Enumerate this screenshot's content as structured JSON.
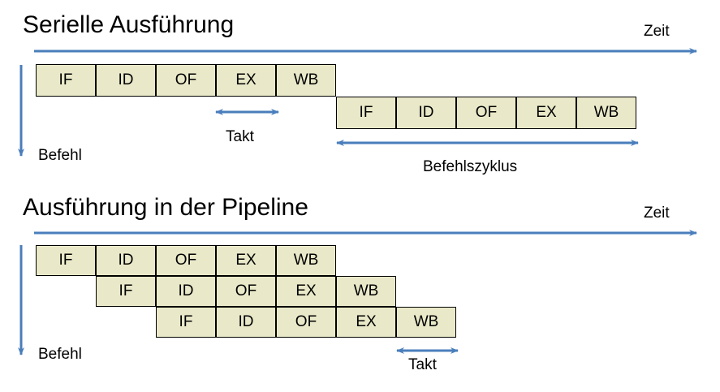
{
  "meta": {
    "accent_color": "#4a7ebb",
    "box_fill": "#e9e9c9",
    "box_stroke": "#000000",
    "text_color": "#000000"
  },
  "serial": {
    "title": "Serielle Ausführung",
    "time_axis_label": "Zeit",
    "instruction_axis_label": "Befehl",
    "clock_label": "Takt",
    "cycle_label": "Befehlszyklus",
    "rows": [
      {
        "start_index": 0,
        "stages": [
          "IF",
          "ID",
          "OF",
          "EX",
          "WB"
        ]
      },
      {
        "start_index": 5,
        "stages": [
          "IF",
          "ID",
          "OF",
          "EX",
          "WB"
        ]
      }
    ]
  },
  "pipeline": {
    "title": "Ausführung in der Pipeline",
    "time_axis_label": "Zeit",
    "instruction_axis_label": "Befehl",
    "clock_label": "Takt",
    "rows": [
      {
        "start_index": 0,
        "stages": [
          "IF",
          "ID",
          "OF",
          "EX",
          "WB"
        ]
      },
      {
        "start_index": 1,
        "stages": [
          "IF",
          "ID",
          "OF",
          "EX",
          "WB"
        ]
      },
      {
        "start_index": 2,
        "stages": [
          "IF",
          "ID",
          "OF",
          "EX",
          "WB"
        ]
      }
    ]
  }
}
